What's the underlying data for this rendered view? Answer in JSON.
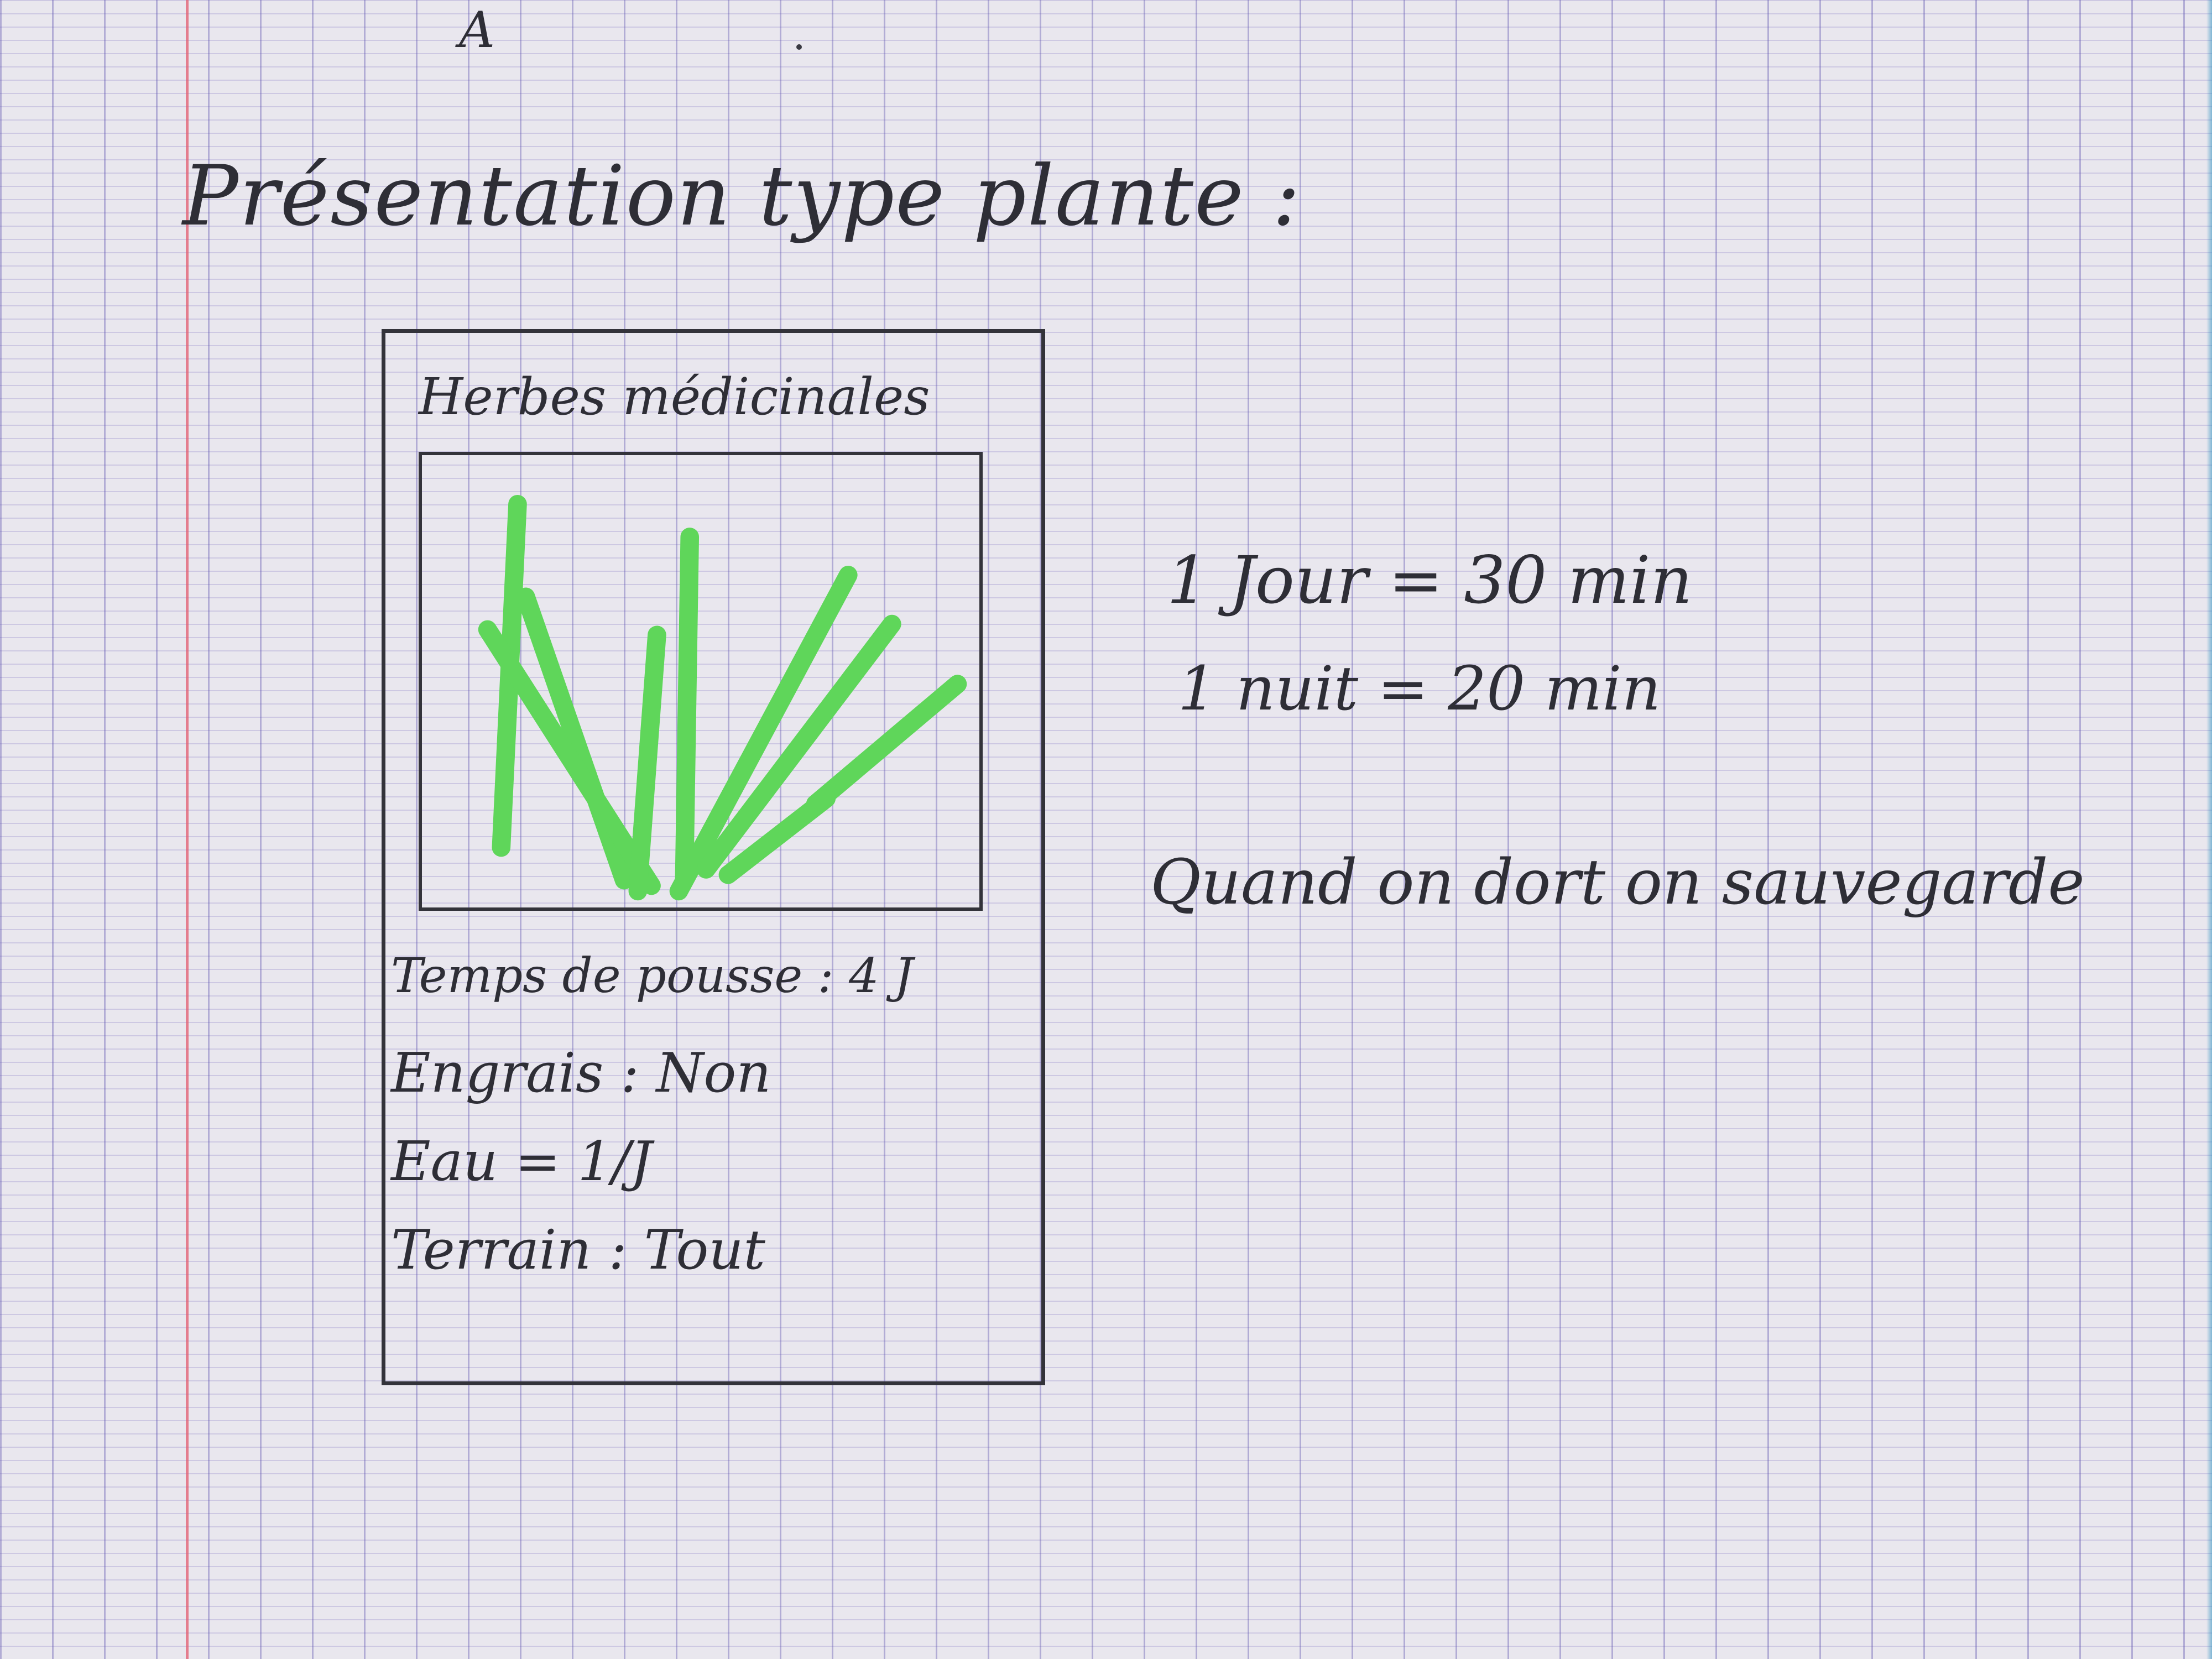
{
  "page": {
    "page_mark": "A",
    "title": "Présentation type plante :"
  },
  "card": {
    "heading": "Herbes médicinales",
    "image_icon": "grass-icon",
    "image_color": "#5fd65a",
    "stats": [
      {
        "text": "Temps de pousse : 4 J"
      },
      {
        "text": "Engrais : Non"
      },
      {
        "text": "Eau = 1/J"
      },
      {
        "text": "Terrain : Tout"
      }
    ]
  },
  "notes": [
    {
      "text": "1 Jour = 30 min"
    },
    {
      "text": "1 nuit = 20 min"
    },
    {
      "text": "Quand on dort on sauvegarde"
    }
  ],
  "colors": {
    "ink": "#2e2e36",
    "grid": "#5f55af",
    "margin": "#e15a6e"
  }
}
